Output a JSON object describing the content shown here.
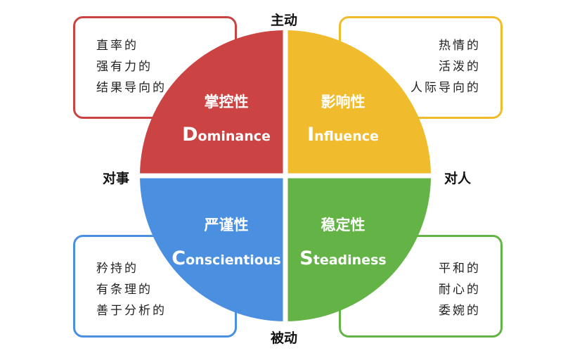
{
  "axes": {
    "top": "主动",
    "bottom": "被动",
    "left": "对事",
    "right": "对人"
  },
  "quadrants": [
    {
      "id": "d",
      "cn": "掌控性",
      "en_initial": "D",
      "en_rest": "ominance",
      "color": "#cc4343",
      "traits": [
        "直率的",
        "强有力的",
        "结果导向的"
      ],
      "border": "#cc4343"
    },
    {
      "id": "i",
      "cn": "影响性",
      "en_initial": "I",
      "en_rest": "nfluence",
      "color": "#f0bc2e",
      "traits": [
        "热情的",
        "活泼的",
        "人际导向的"
      ],
      "border": "#f0bc2e"
    },
    {
      "id": "c",
      "cn": "严谨性",
      "en_initial": "C",
      "en_rest": "onscientious",
      "color": "#4a8fe0",
      "traits": [
        "矜持的",
        "有条理的",
        "善于分析的"
      ],
      "border": "#4a8fe0"
    },
    {
      "id": "s",
      "cn": "稳定性",
      "en_initial": "S",
      "en_rest": "teadiness",
      "color": "#63b346",
      "traits": [
        "平和的",
        "耐心的",
        "委婉的"
      ],
      "border": "#63b346"
    }
  ]
}
